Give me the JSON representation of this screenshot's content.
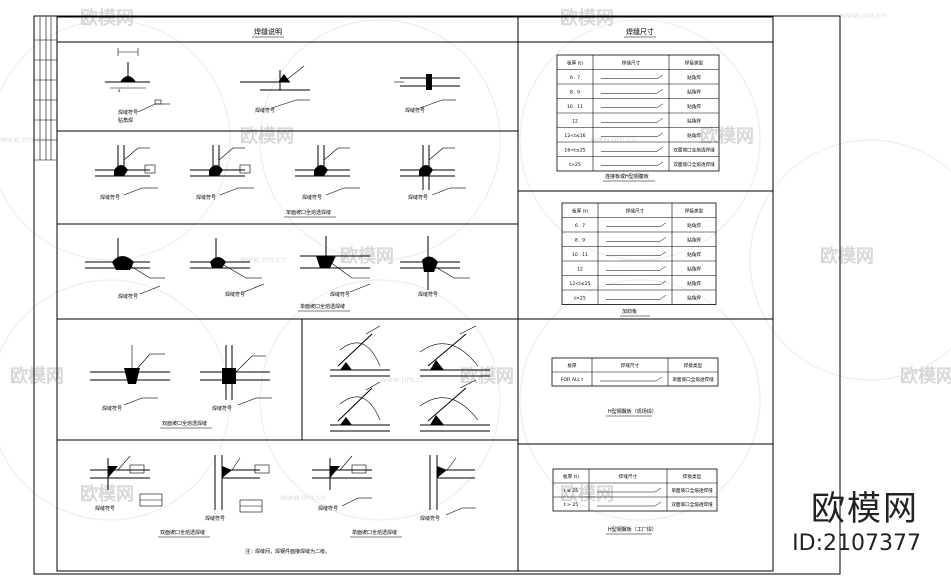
{
  "watermark": {
    "text": "欧模网",
    "url": "www.om.cn"
  },
  "brand": {
    "name": "欧模网",
    "id": "ID:2107377"
  },
  "titles": {
    "weld_desc": "焊缝说明",
    "weld_size": "焊缝尺寸"
  },
  "labels": {
    "weld_symbol": "焊缝符号",
    "bevel": "贴角焊",
    "s2": "单面坡口全熔透焊缝",
    "s3": "单面坡口全熔透焊缝",
    "s4": "双面坡口全熔透焊缝",
    "s5a": "双面坡口全熔透焊缝",
    "s5b": "单面坡口全熔透焊缝",
    "note": "注：焊缝间，焊钢件面接焊缝为二级。",
    "table1_caption": "连接板或H型钢腹板",
    "table2_caption": "加劲板",
    "table3_caption": "H型钢翼板（现场焊）",
    "table4_caption": "H型钢翼板（工厂焊）"
  },
  "tables": {
    "t1": {
      "headers": [
        "板厚 (t)",
        "焊缝尺寸",
        "焊接类型"
      ],
      "rows": [
        [
          "6 . 7",
          "",
          "贴角焊"
        ],
        [
          "8 . 9",
          "",
          "贴角焊"
        ],
        [
          "10 . 11",
          "",
          "贴角焊"
        ],
        [
          "12",
          "",
          "贴角焊"
        ],
        [
          "12<t≤16",
          "",
          "贴角焊"
        ],
        [
          "16<t≤25",
          "",
          "双面坡口全熔透焊缝"
        ],
        [
          "t>25",
          "",
          "双面坡口全熔透焊缝"
        ]
      ]
    },
    "t2": {
      "headers": [
        "板厚 (t)",
        "焊缝尺寸",
        "焊接类型"
      ],
      "rows": [
        [
          "6 . 7",
          "",
          "贴角焊"
        ],
        [
          "8 . 9",
          "",
          "贴角焊"
        ],
        [
          "10 . 11",
          "",
          "贴角焊"
        ],
        [
          "12",
          "",
          "贴角焊"
        ],
        [
          "12<t≤25",
          "",
          "贴角焊"
        ],
        [
          "t>25",
          "",
          "贴角焊"
        ]
      ]
    },
    "t3": {
      "headers": [
        "板厚",
        "焊缝尺寸",
        "焊接类型"
      ],
      "rows": [
        [
          "FOR ALL t",
          "",
          "单面坡口全熔透焊缝"
        ]
      ]
    },
    "t4": {
      "headers": [
        "板厚 (t)",
        "焊缝尺寸",
        "焊接类型"
      ],
      "rows": [
        [
          "t ≤ 25",
          "",
          "单面坡口全熔透焊缝"
        ],
        [
          "t > 25",
          "",
          "双面坡口全熔透焊缝"
        ]
      ]
    }
  }
}
